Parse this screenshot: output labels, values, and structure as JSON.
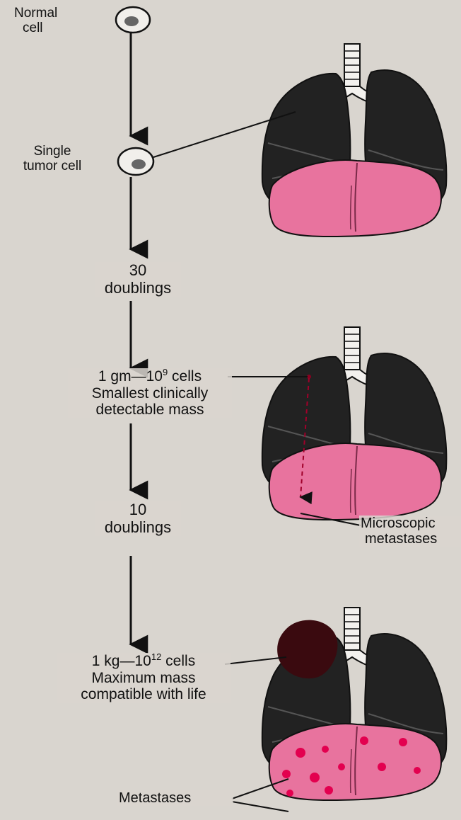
{
  "stages": [
    {
      "line1": "Normal",
      "line2": "cell"
    },
    {
      "line1": "Single",
      "line2": "tumor cell"
    },
    {
      "line1": "30",
      "line2": "doublings"
    },
    {
      "line1_pre": "1 gm",
      "line1_base": "10",
      "line1_exp": "9",
      "line1_post": " cells",
      "line2": "Smallest clinically",
      "line3": "detectable mass"
    },
    {
      "line1": "10",
      "line2": "doublings"
    },
    {
      "line1_pre": "1 kg",
      "line1_base": "10",
      "line1_exp": "12",
      "line1_post": " cells",
      "line2": "Maximum mass",
      "line3": "compatible with life"
    }
  ],
  "annotations": {
    "microscopic_line1": "Microscopic",
    "microscopic_line2": "metastases",
    "metastases": "Metastases"
  },
  "colors": {
    "lung_dark": "#222222",
    "lung_pink": "#e8739e",
    "tumor": "#3a0a0f",
    "metastasis": "#e3004f",
    "arrow": "#111111"
  }
}
